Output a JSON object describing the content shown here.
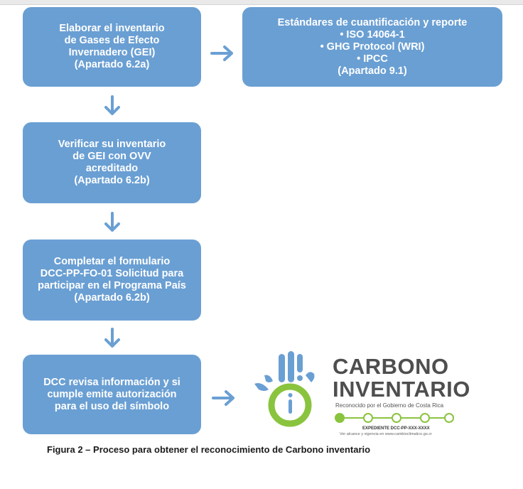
{
  "colors": {
    "box": "#6a9fd3",
    "arrow": "#6a9fd3",
    "logo_green": "#8ac43f",
    "logo_blue": "#6a9fd3",
    "logo_text": "#4e4e4e"
  },
  "boxes": [
    {
      "lines": [
        "Elaborar el inventario",
        "de Gases de Efecto",
        "Invernadero (GEI)",
        "(Apartado 6.2a)"
      ]
    },
    {
      "lines": [
        "Estándares de cuantificación y reporte",
        "• ISO 14064-1",
        "• GHG Protocol (WRI)",
        "• IPCC",
        "(Apartado 9.1)"
      ]
    },
    {
      "lines": [
        "Verificar su inventario",
        "de GEI con OVV",
        "acreditado",
        "(Apartado 6.2b)"
      ]
    },
    {
      "lines": [
        "Completar el formulario",
        "DCC-PP-FO-01 Solicitud para",
        "participar en el Programa País",
        "(Apartado 6.2b)"
      ]
    },
    {
      "lines": [
        "DCC revisa información y si",
        "cumple emite autorización",
        "para el uso del símbolo"
      ]
    }
  ],
  "logo": {
    "title_line1": "CARBONO",
    "title_line2": "INVENTARIO",
    "subtitle": "Reconocido por el Gobierno de Costa Rica",
    "expediente": "EXPEDIENTE DCC-PP-XXX-XXXX",
    "url_text": "Ver alcance y vigencia en www.cambioclimatico.go.cr"
  },
  "caption": "Figura 2 – Proceso para obtener el reconocimiento de Carbono inventario"
}
